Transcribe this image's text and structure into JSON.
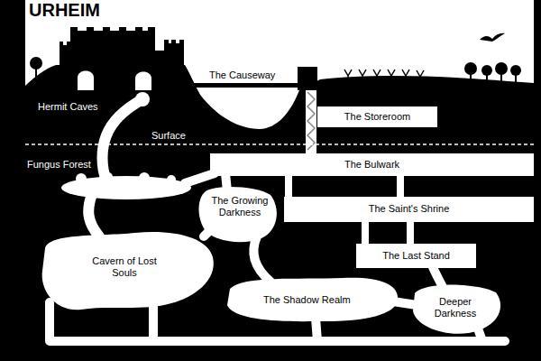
{
  "diagram": {
    "title": "URHEIM",
    "nodes": [
      {
        "text": [
          "The Storeroom"
        ]
      },
      {
        "text": [
          "The Bulwark"
        ]
      },
      {
        "text": [
          "The Saint's Shrine"
        ]
      },
      {
        "text": [
          "The Last Stand"
        ]
      }
    ],
    "edges": [
      {
        "from": 1,
        "to": 2,
        "arrow": "none"
      },
      {
        "from": 1,
        "to": 2,
        "arrow": "none"
      },
      {
        "from": 2,
        "to": 3,
        "arrow": "none"
      },
      {
        "from": 2,
        "to": 3,
        "arrow": "none"
      }
    ],
    "labels": [
      "The Causeway",
      "Hermit Caves",
      "Surface",
      "Fungus Forest",
      "The Growing Darkness",
      "Cavern of Lost Souls",
      "The Shadow Realm",
      "Deeper Darkness"
    ]
  }
}
